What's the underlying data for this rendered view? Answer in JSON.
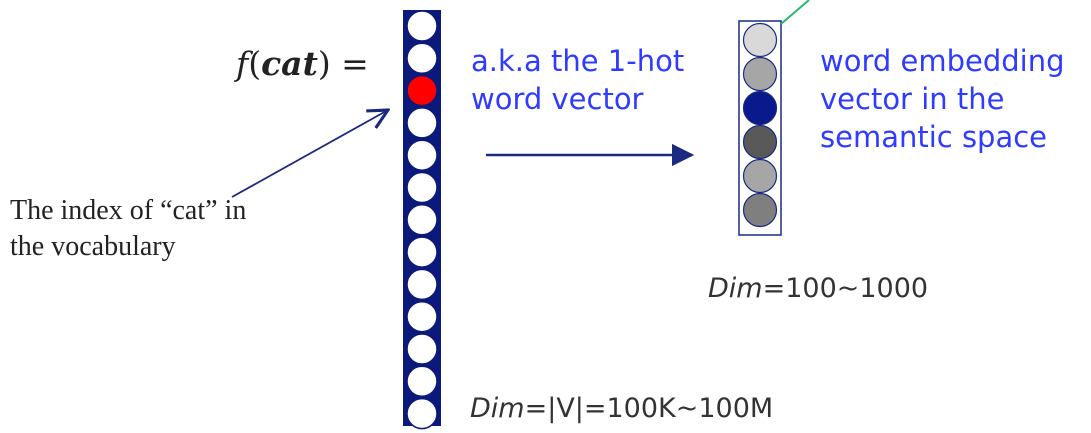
{
  "formula": {
    "func": "f",
    "open": "(",
    "arg": "cat",
    "close": ")",
    "equals": " ="
  },
  "onehot_label": {
    "line1": "a.k.a the 1-hot",
    "line2": "word vector"
  },
  "embedding_label": {
    "line1": "word embedding",
    "line2": "vector in the",
    "line3": "semantic space"
  },
  "index_note": {
    "line1": "The index of “cat” in",
    "line2": "the vocabulary"
  },
  "embedding_dim": {
    "prefix": "Dim",
    "value": "=100~1000"
  },
  "onehot_dim": {
    "prefix": "Dim",
    "value": "=|V|=100K~100M"
  },
  "onehot_vector": {
    "cell_count": 13,
    "hot_index": 2,
    "hot_color": "#ff0000",
    "frame_color": "#0b1a7a"
  },
  "embedding_vector": {
    "cell_colors": [
      "#d9d9d9",
      "#a6a6a6",
      "#0a1a8c",
      "#595959",
      "#a6a6a6",
      "#7f7f7f"
    ]
  },
  "colors": {
    "label_blue": "#2f3bff",
    "arrow_navy": "#1b2a80",
    "connector_green": "#2bb673"
  }
}
